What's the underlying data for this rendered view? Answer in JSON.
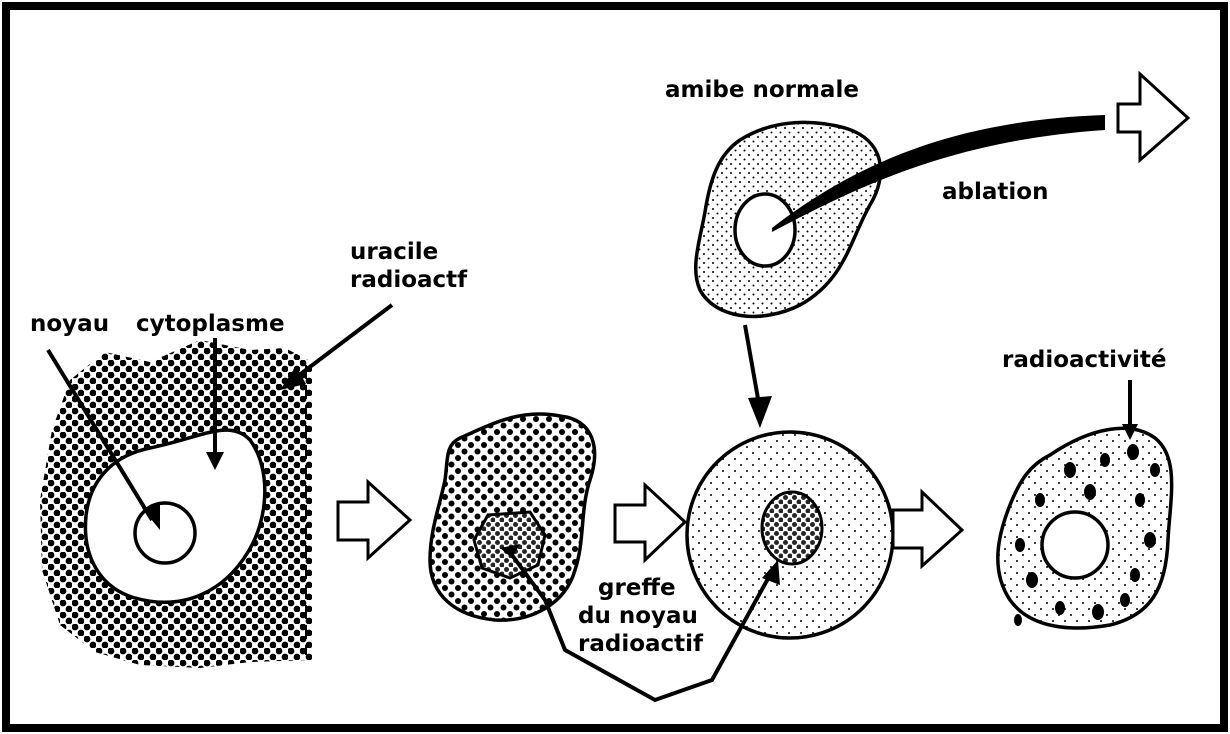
{
  "labels": {
    "noyau": "noyau",
    "cytoplasme": "cytoplasme",
    "uracile_line1": "uracile",
    "uracile_line2": "radioactf",
    "amibe_normale": "amibe normale",
    "ablation": "ablation",
    "greffe_line1": "greffe",
    "greffe_line2": "du noyau",
    "greffe_line3": "radioactif",
    "radioactivite": "radioactivité"
  },
  "icons": [
    "step-arrow-icon",
    "removal-arrow-icon"
  ],
  "colors": {
    "ink": "#000000",
    "background": "#ffffff"
  }
}
